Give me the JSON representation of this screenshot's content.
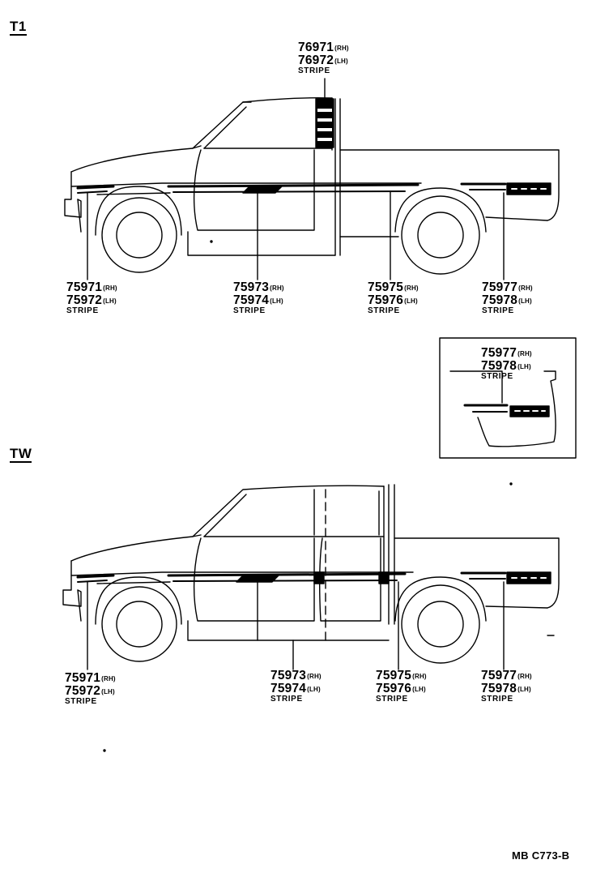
{
  "sections": {
    "t1": {
      "label": "T1"
    },
    "tw": {
      "label": "TW"
    }
  },
  "callouts": {
    "t1_roof": {
      "rh": "76971",
      "lh": "76972",
      "name": "STRIPE"
    },
    "t1_front": {
      "rh": "75971",
      "lh": "75972",
      "name": "STRIPE"
    },
    "t1_door": {
      "rh": "75973",
      "lh": "75974",
      "name": "STRIPE"
    },
    "t1_bed": {
      "rh": "75975",
      "lh": "75976",
      "name": "STRIPE"
    },
    "t1_rear": {
      "rh": "75977",
      "lh": "75978",
      "name": "STRIPE"
    },
    "detail": {
      "rh": "75977",
      "lh": "75978",
      "name": "STRIPE"
    },
    "tw_front": {
      "rh": "75971",
      "lh": "75972",
      "name": "STRIPE"
    },
    "tw_door": {
      "rh": "75973",
      "lh": "75974",
      "name": "STRIPE"
    },
    "tw_bed": {
      "rh": "75975",
      "lh": "75976",
      "name": "STRIPE"
    },
    "tw_rear": {
      "rh": "75977",
      "lh": "75978",
      "name": "STRIPE"
    }
  },
  "suffix": {
    "rh": "(RH)",
    "lh": "(LH)"
  },
  "drawing_code": "MB C773-B"
}
